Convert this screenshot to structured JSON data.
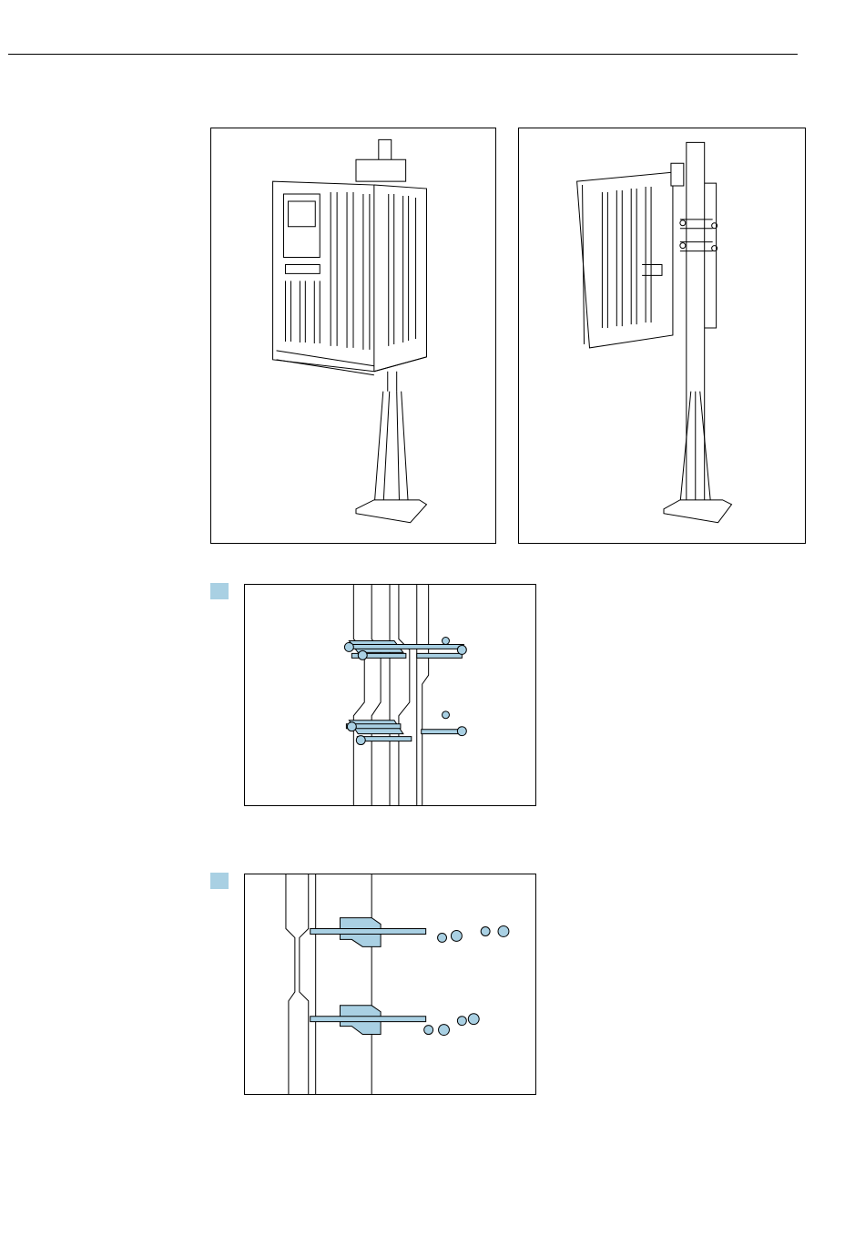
{
  "colors": {
    "highlight": "#a9d0e3",
    "line": "#000000"
  },
  "figures": [
    {
      "id": "assembled-front"
    },
    {
      "id": "assembled-side"
    },
    {
      "id": "step-1"
    },
    {
      "id": "step-2"
    }
  ]
}
